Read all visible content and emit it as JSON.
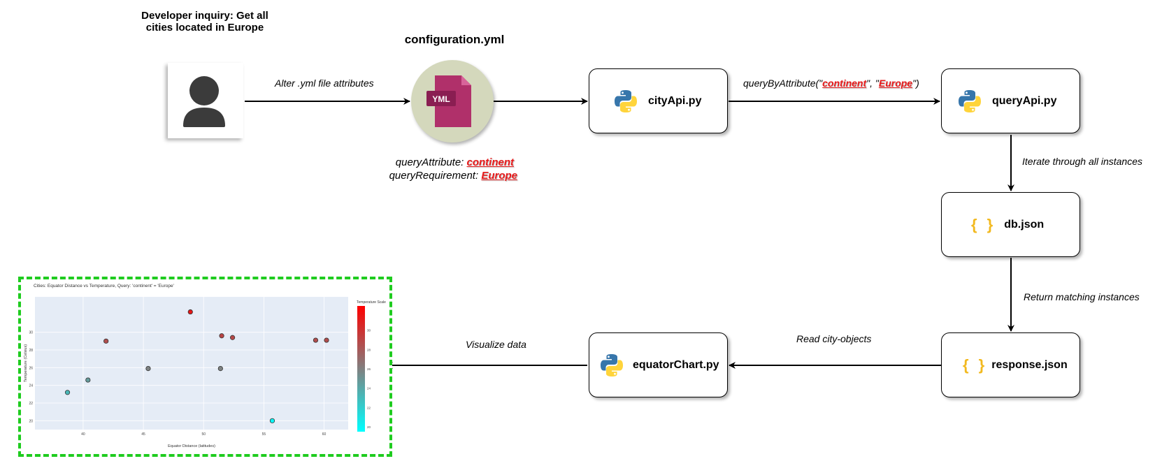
{
  "inquiry": {
    "line1": "Developer inquiry: Get all",
    "line2": "cities located in Europe"
  },
  "config": {
    "title": "configuration.yml",
    "icon_text": "YML",
    "attribute_label": "queryAttribute: ",
    "attribute_value": "continent",
    "requirement_label": "queryRequirement: ",
    "requirement_value": "Europe"
  },
  "edges": {
    "alter": "Alter .yml file attributes",
    "query_prefix": "queryByAttribute(\"",
    "query_arg1": "continent",
    "query_mid": "\", \"",
    "query_arg2": "Europe",
    "query_suffix": "\")",
    "iterate": "Iterate through all instances",
    "return_matching": "Return matching instances",
    "read_objects": "Read city-objects",
    "visualize": "Visualize data"
  },
  "nodes": {
    "city_api": "cityApi.py",
    "query_api": "queryApi.py",
    "db": "db.json",
    "response": "response.json",
    "equator_chart": "equatorChart.py"
  },
  "icons": {
    "user": "user-icon",
    "yml": "yml-file-icon",
    "python": "python-icon",
    "json": "json-braces-icon"
  },
  "colors": {
    "highlight": "#e8191a",
    "json_braces": "#f2b91f",
    "chart_frame": "#1fcc1f",
    "yml_file": "#b0306a"
  },
  "chart_data": {
    "type": "scatter",
    "title": "Cities: Equator Distance vs Temperature, Query: 'continent' = 'Europe'",
    "xlabel": "Equator Distance (latitudes)",
    "ylabel": "Temperature (Celsius)",
    "xlim": [
      36,
      62
    ],
    "ylim": [
      19,
      34
    ],
    "x_ticks": [
      "40",
      "45",
      "50",
      "55",
      "60"
    ],
    "y_ticks": [
      "20",
      "22",
      "24",
      "26",
      "28",
      "30"
    ],
    "colorbar_title": "Temperature Scale",
    "colorbar_ticks": [
      "20",
      "22",
      "24",
      "26",
      "28",
      "30"
    ],
    "colorscale": [
      "#00ffff",
      "#ff0000"
    ],
    "points": [
      {
        "x": 38.7,
        "y": 23.2
      },
      {
        "x": 40.4,
        "y": 24.6
      },
      {
        "x": 41.9,
        "y": 29.0
      },
      {
        "x": 45.4,
        "y": 25.9
      },
      {
        "x": 48.9,
        "y": 32.3
      },
      {
        "x": 51.5,
        "y": 29.6
      },
      {
        "x": 52.4,
        "y": 29.4
      },
      {
        "x": 51.4,
        "y": 25.9
      },
      {
        "x": 55.7,
        "y": 20.0
      },
      {
        "x": 59.3,
        "y": 29.1
      },
      {
        "x": 60.2,
        "y": 29.1
      }
    ]
  }
}
